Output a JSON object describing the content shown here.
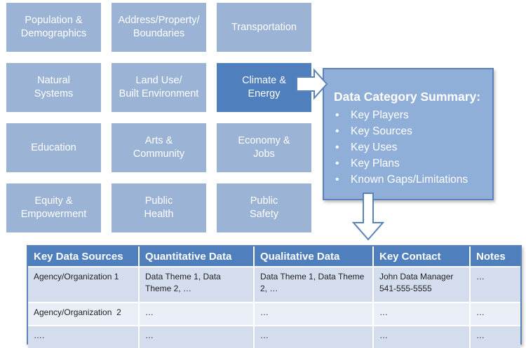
{
  "categories": [
    {
      "label": "Population &\nDemographics"
    },
    {
      "label": "Address/Property/\nBoundaries"
    },
    {
      "label": "Transportation"
    },
    {
      "label": "Natural\nSystems"
    },
    {
      "label": "Land Use/\nBuilt Environment"
    },
    {
      "label": "Climate &\nEnergy"
    },
    {
      "label": "Education"
    },
    {
      "label": "Arts &\nCommunity"
    },
    {
      "label": "Economy &\nJobs"
    },
    {
      "label": "Equity &\nEmpowerment"
    },
    {
      "label": "Public\nHealth"
    },
    {
      "label": "Public\nSafety"
    }
  ],
  "summary": {
    "title": "Data Category Summary:",
    "bullet": "•",
    "items": [
      "Key Players",
      "Key Sources",
      "Key Uses",
      "Key Plans",
      "Known Gaps/Limitations"
    ]
  },
  "table": {
    "headers": [
      "Key Data Sources",
      "Quantitative Data",
      "Qualitative Data",
      "Key Contact",
      "Notes"
    ],
    "rows": [
      [
        "Agency/Organization 1",
        "Data Theme 1, Data Theme 2, …",
        "Data Theme 1, Data Theme 2, …",
        "John Data Manager\n541-555-5555",
        "…"
      ],
      [
        "Agency/Organization  2",
        "…",
        "…",
        "…",
        "…"
      ],
      [
        "….",
        "…",
        "…",
        "…",
        "…"
      ]
    ]
  },
  "colors": {
    "tile": "#9bb3d5",
    "tile_active": "#4f7fbd",
    "summary_box": "#8fafd9",
    "table_header": "#4f7fbd"
  }
}
